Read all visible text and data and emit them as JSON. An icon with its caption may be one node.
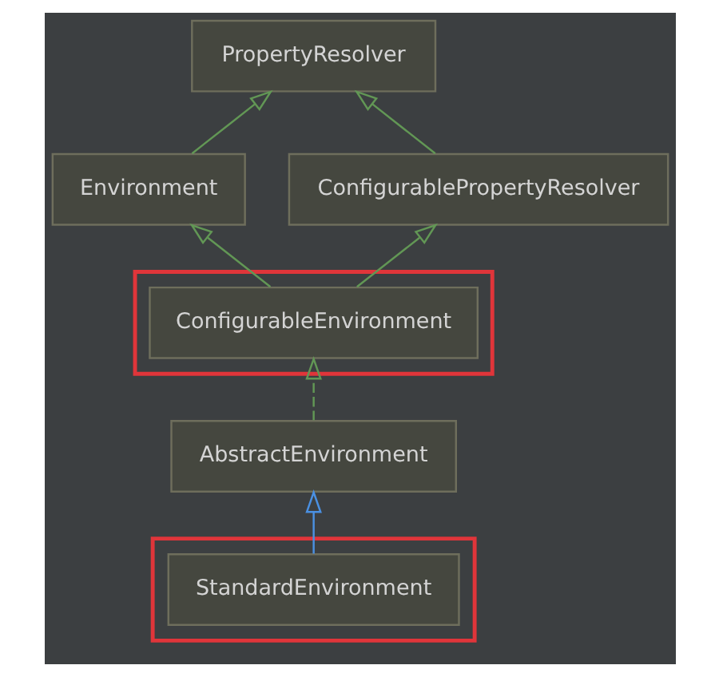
{
  "diagram": {
    "nodes": [
      {
        "text": [
          "PropertyResolver"
        ]
      },
      {
        "text": [
          "Environment"
        ]
      },
      {
        "text": [
          "ConfigurablePropertyResolver"
        ]
      },
      {
        "text": [],
        "shape": "box"
      },
      {
        "text": [
          "ConfigurableEnvironment"
        ],
        "in": 3
      },
      {
        "text": [
          "AbstractEnvironment"
        ]
      },
      {
        "text": [],
        "shape": "box"
      },
      {
        "text": [
          "StandardEnvironment"
        ],
        "in": 6
      }
    ],
    "edges": [
      {
        "from": 1,
        "to": 0,
        "arrow": "to"
      },
      {
        "from": 2,
        "to": 0,
        "arrow": "to"
      },
      {
        "from": 4,
        "to": 1,
        "arrow": "to"
      },
      {
        "from": 4,
        "to": 2,
        "arrow": "to"
      },
      {
        "from": 5,
        "to": 4,
        "arrow": "to",
        "style": "dashed"
      },
      {
        "from": 7,
        "to": 5,
        "arrow": "to",
        "color": "#4a90e2"
      }
    ]
  }
}
